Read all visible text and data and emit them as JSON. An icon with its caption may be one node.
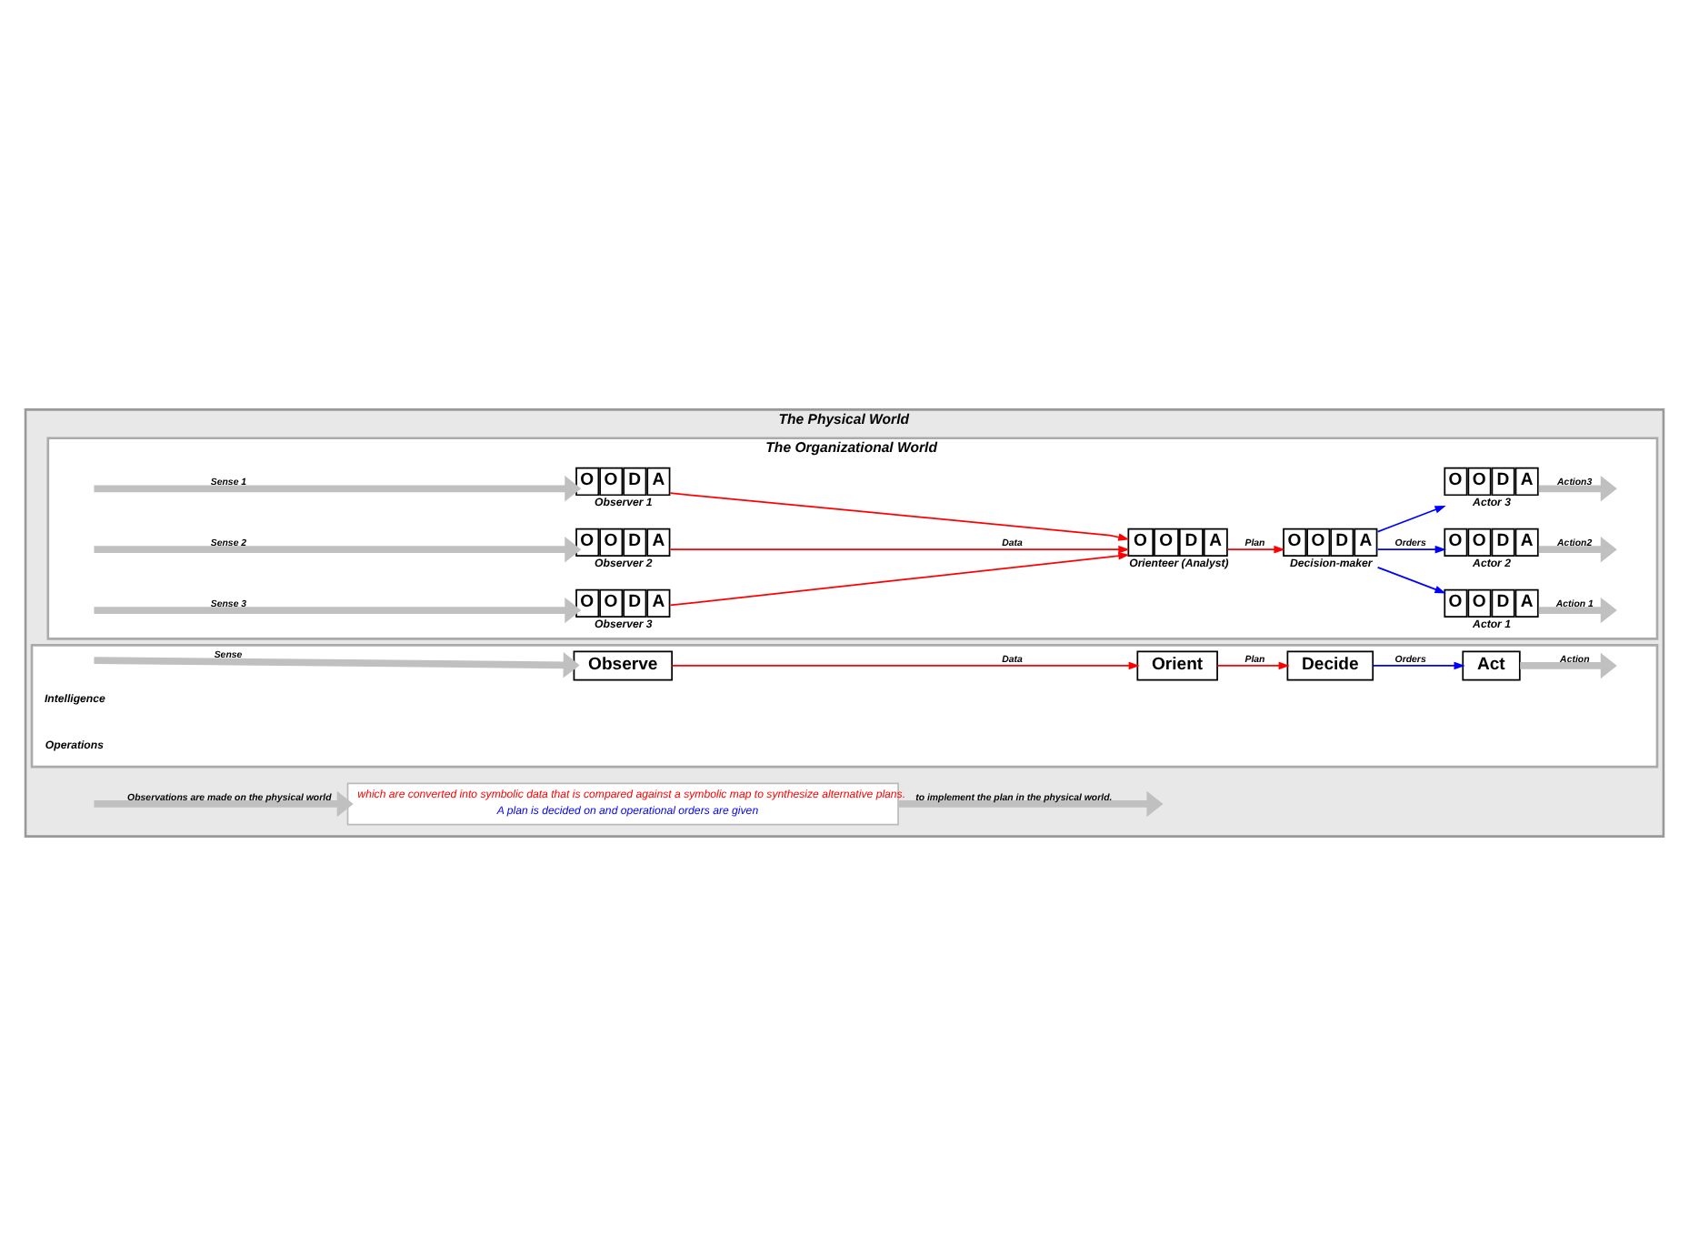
{
  "diagram": {
    "nodes": [
      {
        "text": [
          "The Physical World"
        ]
      },
      {
        "text": [
          "The Organizational World"
        ],
        "in": 0
      },
      {
        "text": [
          "O",
          "O",
          "D",
          "A"
        ],
        "beside": [
          "Observer 1"
        ],
        "in": 1
      },
      {
        "text": [
          "O",
          "O",
          "D",
          "A"
        ],
        "beside": [
          "Observer 2"
        ],
        "in": 1
      },
      {
        "text": [
          "O",
          "O",
          "D",
          "A"
        ],
        "beside": [
          "Observer 3"
        ],
        "in": 1
      },
      {
        "text": [
          "O",
          "O",
          "D",
          "A"
        ],
        "beside": [
          "Orienteer (Analyst)"
        ],
        "in": 1
      },
      {
        "text": [
          "O",
          "O",
          "D",
          "A"
        ],
        "beside": [
          "Decision-maker"
        ],
        "in": 1
      },
      {
        "text": [
          "O",
          "O",
          "D",
          "A"
        ],
        "beside": [
          "Actor 1"
        ],
        "in": 1
      },
      {
        "text": [
          "O",
          "O",
          "D",
          "A"
        ],
        "beside": [
          "Actor 2"
        ],
        "in": 1
      },
      {
        "text": [
          "O",
          "O",
          "D",
          "A"
        ],
        "beside": [
          "Actor 3"
        ],
        "in": 1
      },
      {
        "text": [],
        "shape": "box",
        "in": 0
      },
      {
        "text": [
          "Observe"
        ],
        "in": 10
      },
      {
        "text": [
          "Orient"
        ],
        "in": 10
      },
      {
        "text": [
          "Decide"
        ],
        "in": 10
      },
      {
        "text": [
          "Act"
        ],
        "in": 10
      },
      {
        "text": [
          "which are converted into symbolic data that is compared against a symbolic map to synthesize alternative plans.",
          "A plan is decided on and operational orders are given"
        ],
        "in": 0
      }
    ],
    "edges": [
      {
        "from": null,
        "to": 2,
        "arrow": "to",
        "label": "Sense 1",
        "style": "thick",
        "color": "#c0c0c0"
      },
      {
        "from": null,
        "to": 3,
        "arrow": "to",
        "label": "Sense 2",
        "style": "thick",
        "color": "#c0c0c0"
      },
      {
        "from": null,
        "to": 4,
        "arrow": "to",
        "label": "Sense 3",
        "style": "thick",
        "color": "#c0c0c0"
      },
      {
        "from": 2,
        "to": 5,
        "arrow": "to",
        "color": "#ff0000"
      },
      {
        "from": 3,
        "to": 5,
        "arrow": "to",
        "label": "Data",
        "color": "#ff0000"
      },
      {
        "from": 4,
        "to": 5,
        "arrow": "to",
        "color": "#ff0000"
      },
      {
        "from": 5,
        "to": 6,
        "arrow": "to",
        "label": "Plan",
        "color": "#ff0000"
      },
      {
        "from": 6,
        "to": 7,
        "arrow": "to",
        "color": "#0000ff"
      },
      {
        "from": 6,
        "to": 8,
        "arrow": "to",
        "label": "Orders",
        "color": "#0000ff"
      },
      {
        "from": 6,
        "to": 9,
        "arrow": "to",
        "color": "#0000ff"
      },
      {
        "from": 7,
        "to": null,
        "arrow": "to",
        "label": "Action 1",
        "style": "thick",
        "color": "#c0c0c0"
      },
      {
        "from": 8,
        "to": null,
        "arrow": "to",
        "label": "Action2",
        "style": "thick",
        "color": "#c0c0c0"
      },
      {
        "from": 9,
        "to": null,
        "arrow": "to",
        "label": "Action3",
        "style": "thick",
        "color": "#c0c0c0"
      },
      {
        "from": null,
        "to": 11,
        "arrow": "to",
        "label": "Sense",
        "style": "thick",
        "color": "#c0c0c0"
      },
      {
        "from": 11,
        "to": 12,
        "arrow": "to",
        "label": "Data",
        "color": "#ff0000"
      },
      {
        "from": 12,
        "to": 13,
        "arrow": "to",
        "label": "Plan",
        "color": "#ff0000"
      },
      {
        "from": 13,
        "to": 14,
        "arrow": "to",
        "label": "Orders",
        "color": "#0000ff"
      },
      {
        "from": 14,
        "to": null,
        "arrow": "to",
        "label": "Action",
        "style": "thick",
        "color": "#c0c0c0"
      },
      {
        "from": 15,
        "to": null,
        "arrow": "to",
        "label": "to implement the plan in the physical world.",
        "style": "thick",
        "color": "#c0c0c0"
      },
      {
        "from": null,
        "to": 15,
        "arrow": "to",
        "label": "Observations are made on the physical world",
        "style": "thick",
        "color": "#c0c0c0"
      }
    ],
    "labels": [
      "Intelligence",
      "Operations"
    ]
  }
}
